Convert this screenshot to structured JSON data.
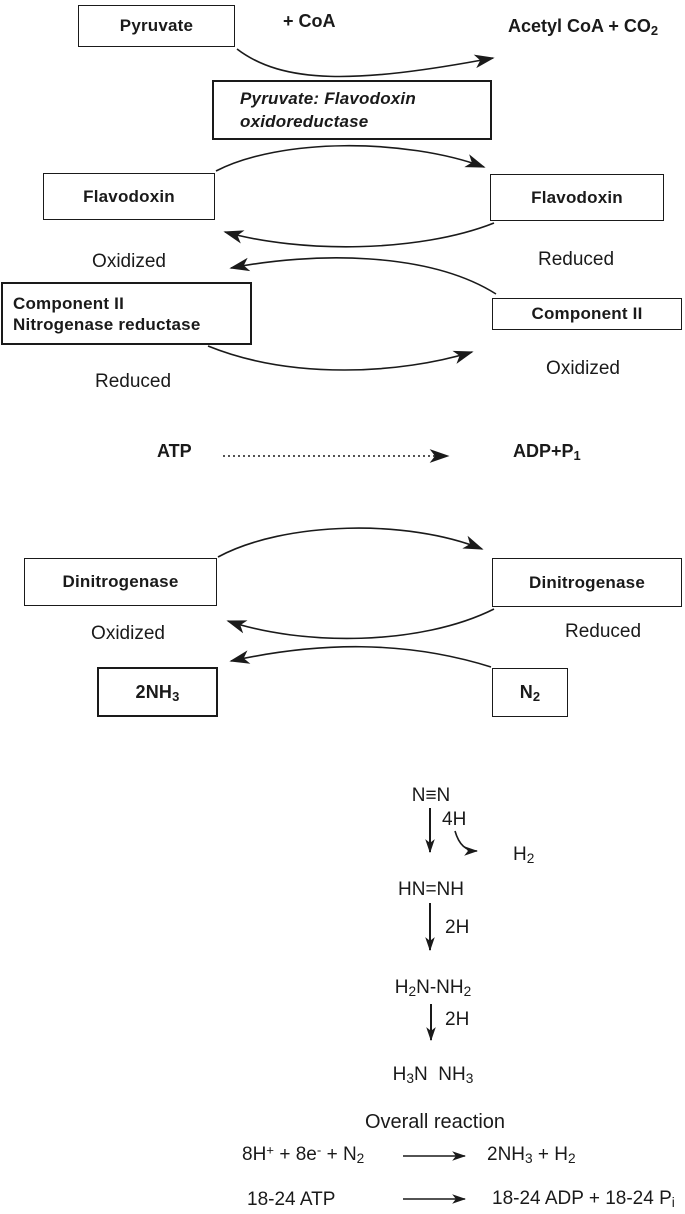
{
  "palette": {
    "ink": "#1a1a1a",
    "background": "#ffffff"
  },
  "top": {
    "pyruvate_box": "Pyruvate",
    "plus_coa": "+ CoA",
    "acetyl_coa": [
      {
        "t": "Acetyl CoA + CO"
      },
      {
        "t": "2",
        "s": "sub"
      }
    ],
    "enzyme_box": {
      "line1": "Pyruvate: Flavodoxin",
      "line2": "oxidoreductase"
    }
  },
  "flavodoxin": {
    "left_box": "Flavodoxin",
    "left_state": "Oxidized",
    "right_box": "Flavodoxin",
    "right_state": "Reduced"
  },
  "component2": {
    "left_box_line1": "Component II",
    "left_box_line2": "Nitrogenase reductase",
    "left_state": "Reduced",
    "right_box": "Component II",
    "right_state": "Oxidized"
  },
  "atp_row": {
    "substrate": "ATP",
    "product": [
      {
        "t": "ADP+P"
      },
      {
        "t": "1",
        "s": "sub"
      }
    ]
  },
  "dinitrogenase": {
    "left_box": "Dinitrogenase",
    "left_state": "Oxidized",
    "right_box": "Dinitrogenase",
    "right_state": "Reduced",
    "ammonia_box": [
      {
        "t": "2NH"
      },
      {
        "t": "3",
        "s": "sub"
      }
    ],
    "n2_box": [
      {
        "t": "N"
      },
      {
        "t": "2",
        "s": "sub"
      }
    ]
  },
  "reduction_steps": {
    "dinitrogen": "N≡N",
    "step1_label": "4H",
    "h2_byproduct": [
      {
        "t": "H"
      },
      {
        "t": "2",
        "s": "sub"
      }
    ],
    "diimide": "HN=NH",
    "step2_label": "2H",
    "hydrazine": [
      {
        "t": "H"
      },
      {
        "t": "2",
        "s": "sub"
      },
      {
        "t": "N-NH"
      },
      {
        "t": "2",
        "s": "sub"
      }
    ],
    "step3_label": "2H",
    "ammonia_pair": [
      {
        "t": "H"
      },
      {
        "t": "3",
        "s": "sub"
      },
      {
        "t": "N  NH"
      },
      {
        "t": "3",
        "s": "sub"
      }
    ]
  },
  "overall": {
    "title": "Overall reaction",
    "eq1_lhs": [
      {
        "t": "8H"
      },
      {
        "t": "+",
        "s": "sup"
      },
      {
        "t": " + 8e"
      },
      {
        "t": "-",
        "s": "sup"
      },
      {
        "t": " + N"
      },
      {
        "t": "2",
        "s": "sub"
      }
    ],
    "eq1_rhs": [
      {
        "t": "2NH"
      },
      {
        "t": "3",
        "s": "sub"
      },
      {
        "t": " + H"
      },
      {
        "t": "2",
        "s": "sub"
      }
    ],
    "eq2_lhs": "18-24 ATP",
    "eq2_rhs": [
      {
        "t": "18-24 ADP + 18-24 P"
      },
      {
        "t": "i",
        "s": "sub"
      }
    ]
  }
}
